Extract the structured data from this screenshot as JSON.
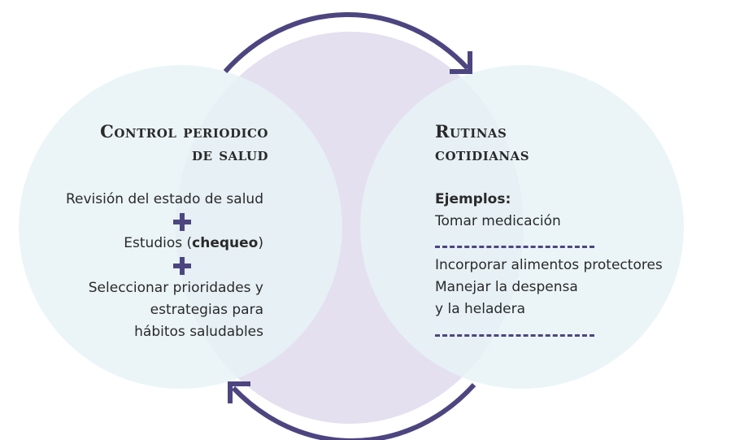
{
  "left": {
    "title_line1": "Control periodico",
    "title_line2": "de salud",
    "item1": "Revisión del estado de salud",
    "item2_prefix": "Estudios (",
    "item2_bold": "chequeo",
    "item2_suffix": ")",
    "item3_line1": "Seleccionar prioridades y",
    "item3_line2": "estrategias para",
    "item3_line3": "hábitos saludables"
  },
  "right": {
    "title_line1": "Rutinas",
    "title_line2": "cotidianas",
    "examples_label": "Ejemplos:",
    "example1": "Tomar medicación",
    "example2": "Incorporar alimentos protectores",
    "example3_line1": "Manejar la despensa",
    "example3_line2": "y la heladera"
  },
  "colors": {
    "circle_fill": "#e6f3f6",
    "overlap_fill": "#e4e6f0",
    "cycle_fill": "#e4e0ef",
    "accent": "#4d4580"
  },
  "icons": [
    "plus-icon",
    "cycle-arrow-icon"
  ]
}
